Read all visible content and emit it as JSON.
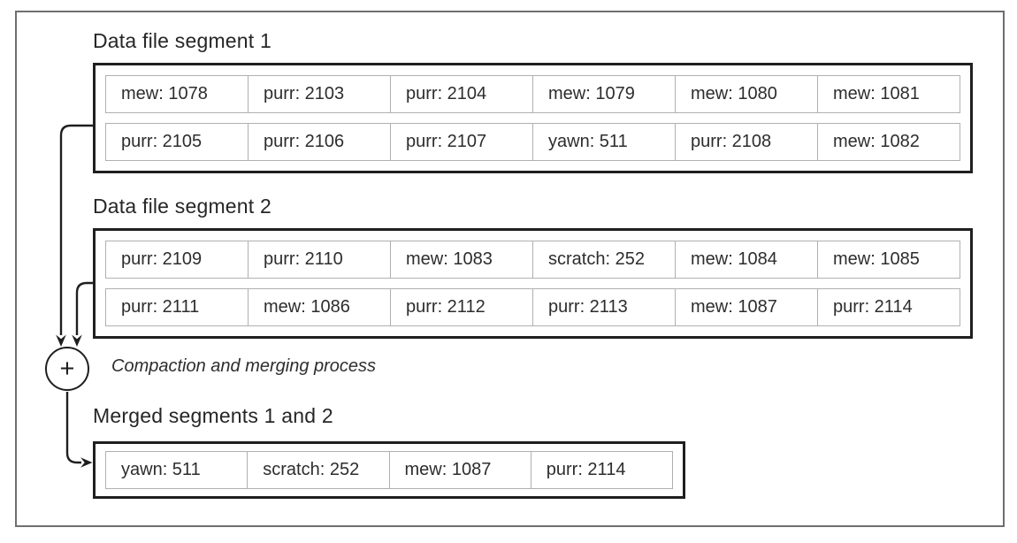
{
  "diagram": {
    "segments": [
      {
        "title": "Data file segment 1",
        "rows": [
          [
            "mew: 1078",
            "purr: 2103",
            "purr: 2104",
            "mew: 1079",
            "mew: 1080",
            "mew: 1081"
          ],
          [
            "purr: 2105",
            "purr: 2106",
            "purr: 2107",
            "yawn: 511",
            "purr: 2108",
            "mew: 1082"
          ]
        ]
      },
      {
        "title": "Data file segment 2",
        "rows": [
          [
            "purr: 2109",
            "purr: 2110",
            "mew: 1083",
            "scratch: 252",
            "mew: 1084",
            "mew: 1085"
          ],
          [
            "purr: 2111",
            "mew: 1086",
            "purr: 2112",
            "purr: 2113",
            "mew: 1087",
            "purr: 2114"
          ]
        ]
      },
      {
        "title": "Merged segments 1 and 2",
        "rows": [
          [
            "yawn: 511",
            "scratch: 252",
            "mew: 1087",
            "purr: 2114"
          ]
        ]
      }
    ],
    "process": {
      "symbol": "+",
      "label": "Compaction and merging process"
    },
    "colors": {
      "box_border": "#1f1f1f",
      "cell_border": "#b0b0b0",
      "frame_border": "#6f6f6f",
      "text": "#2d2d2d"
    }
  }
}
